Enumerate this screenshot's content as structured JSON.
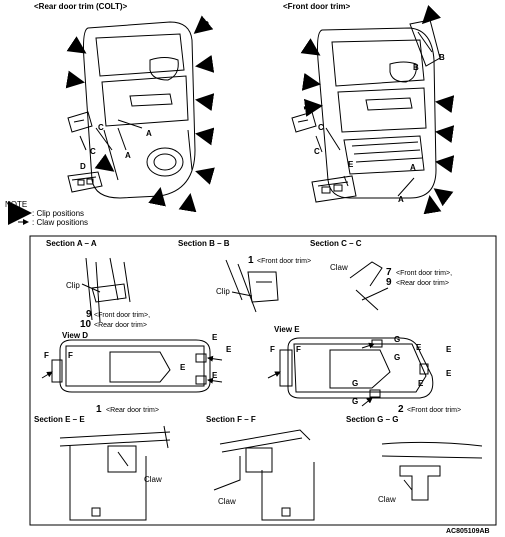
{
  "headings": {
    "rear": "<Rear door trim (COLT)>",
    "front": "<Front door trim>"
  },
  "top_labels": {
    "A": "A",
    "B": "B",
    "C": "C",
    "D": "D",
    "E": "E"
  },
  "note": {
    "title": "NOTE",
    "clip": ": Clip positions",
    "claw": ": Claw positions"
  },
  "sections": {
    "aa": "Section  A – A",
    "bb": "Section  B – B",
    "cc": "Section  C – C",
    "ee": "Section  E – E",
    "ff": "Section  F – F",
    "gg": "Section  G – G",
    "view_d": "View D",
    "view_e": "View E"
  },
  "callouts": {
    "clip": "Clip",
    "claw": "Claw",
    "n1": "1",
    "n2": "2",
    "n7": "7",
    "n9": "9",
    "n10": "10",
    "front_trim": "<Front door trim>",
    "front_trim_comma": "<Front door trim>,",
    "rear_trim": "<Rear door trim>",
    "F": "F",
    "E": "E",
    "G": "G"
  },
  "figure_code": "AC805109AB"
}
